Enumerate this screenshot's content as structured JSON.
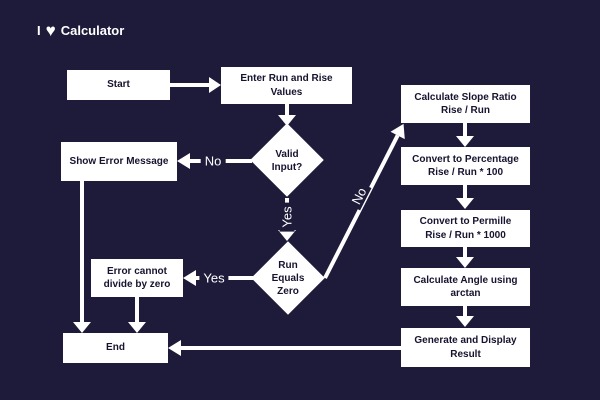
{
  "title": {
    "prefix": "I",
    "heart_icon": "♥",
    "text": "Calculator"
  },
  "colors": {
    "background": "#1e1b3a",
    "node_fill": "#ffffff",
    "node_text": "#16132e",
    "connector": "#ffffff",
    "label_text": "#ffffff"
  },
  "flowchart": {
    "nodes": {
      "start": {
        "shape": "rect",
        "label": "Start"
      },
      "enter_values": {
        "shape": "rect",
        "label": "Enter Run and Rise Values"
      },
      "valid_input": {
        "shape": "diamond",
        "line1": "Valid",
        "line2": "Input?"
      },
      "show_error": {
        "shape": "rect",
        "label": "Show Error Message"
      },
      "run_equals_zero": {
        "shape": "diamond",
        "line1": "Run",
        "line2": "Equals",
        "line3": "Zero"
      },
      "error_divide_zero": {
        "shape": "rect",
        "line1": "Error cannot",
        "line2": "divide by zero"
      },
      "slope_ratio": {
        "shape": "rect",
        "line1": "Calculate Slope Ratio",
        "line2": "Rise / Run"
      },
      "percentage": {
        "shape": "rect",
        "line1": "Convert to Percentage",
        "line2": "Rise / Run * 100"
      },
      "permille": {
        "shape": "rect",
        "line1": "Convert to Permille",
        "line2": "Rise / Run * 1000"
      },
      "angle": {
        "shape": "rect",
        "line1": "Calculate Angle using",
        "line2": "arctan"
      },
      "display_result": {
        "shape": "rect",
        "line1": "Generate and Display",
        "line2": "Result"
      },
      "end": {
        "shape": "rect",
        "label": "End"
      }
    },
    "edge_labels": {
      "valid_no": "No",
      "valid_yes": "Yes",
      "zero_yes": "Yes",
      "zero_no": "No"
    }
  }
}
